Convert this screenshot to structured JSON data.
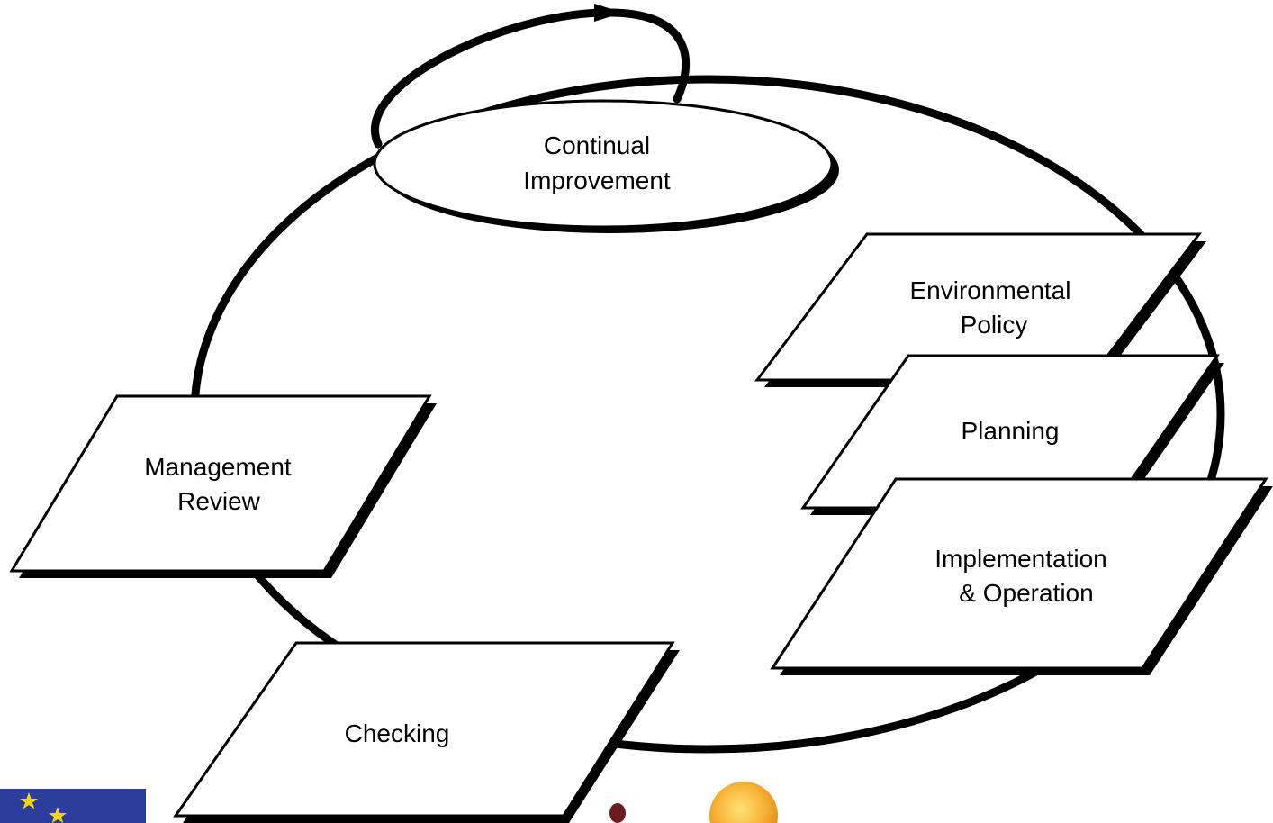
{
  "diagram": {
    "center_node": {
      "line1": "Continual",
      "line2": "Improvement"
    },
    "nodes": {
      "environmental_policy": {
        "line1": "Environmental",
        "line2": "Policy"
      },
      "planning": {
        "label": "Planning"
      },
      "implementation_operation": {
        "line1": "Implementation",
        "line2": "& Operation"
      },
      "checking": {
        "label": "Checking"
      },
      "management_review": {
        "line1": "Management",
        "line2": "Review"
      }
    }
  },
  "colors": {
    "stroke": "#000000",
    "shape_fill": "#ffffff",
    "eu_flag_blue": "#2b3e9b",
    "eu_star": "#f5d60a",
    "sun": "#f6a31b",
    "dot": "#6b1d1d"
  },
  "icons": [
    "eu-flag-icon",
    "sun-icon",
    "dot-icon",
    "cycle-arrow-icon"
  ]
}
